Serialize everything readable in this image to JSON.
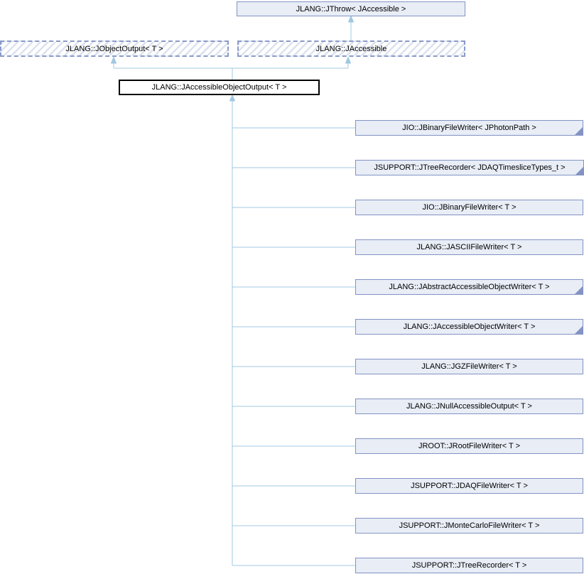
{
  "nodes": {
    "jthrow": {
      "label": "JLANG::JThrow< JAccessible >"
    },
    "jobjectoutput": {
      "label": "JLANG::JObjectOutput< T >"
    },
    "jaccessible": {
      "label": "JLANG::JAccessible"
    },
    "main": {
      "label": "JLANG::JAccessibleObjectOutput< T >"
    }
  },
  "derived": [
    {
      "label": "JIO::JBinaryFileWriter< JPhotonPath >",
      "has_subclasses": true
    },
    {
      "label": "JSUPPORT::JTreeRecorder< JDAQTimesliceTypes_t >",
      "has_subclasses": true
    },
    {
      "label": "JIO::JBinaryFileWriter< T >",
      "has_subclasses": false
    },
    {
      "label": "JLANG::JASCIIFileWriter< T >",
      "has_subclasses": false
    },
    {
      "label": "JLANG::JAbstractAccessibleObjectWriter< T >",
      "has_subclasses": true
    },
    {
      "label": "JLANG::JAccessibleObjectWriter< T >",
      "has_subclasses": true
    },
    {
      "label": "JLANG::JGZFileWriter< T >",
      "has_subclasses": false
    },
    {
      "label": "JLANG::JNullAccessibleOutput< T >",
      "has_subclasses": false
    },
    {
      "label": "JROOT::JRootFileWriter< T >",
      "has_subclasses": false
    },
    {
      "label": "JSUPPORT::JDAQFileWriter< T >",
      "has_subclasses": false
    },
    {
      "label": "JSUPPORT::JMonteCarloFileWriter< T >",
      "has_subclasses": false
    },
    {
      "label": "JSUPPORT::JTreeRecorder< T >",
      "has_subclasses": false
    }
  ],
  "colors": {
    "node_fill": "#e8edf6",
    "node_border": "#8393c4",
    "current_node_border": "#000000",
    "dashed_node_border": "#8a9ac8",
    "hatch_stripe": "#dbe2ef",
    "edge": "#a0c8e0",
    "text": "#000000"
  }
}
